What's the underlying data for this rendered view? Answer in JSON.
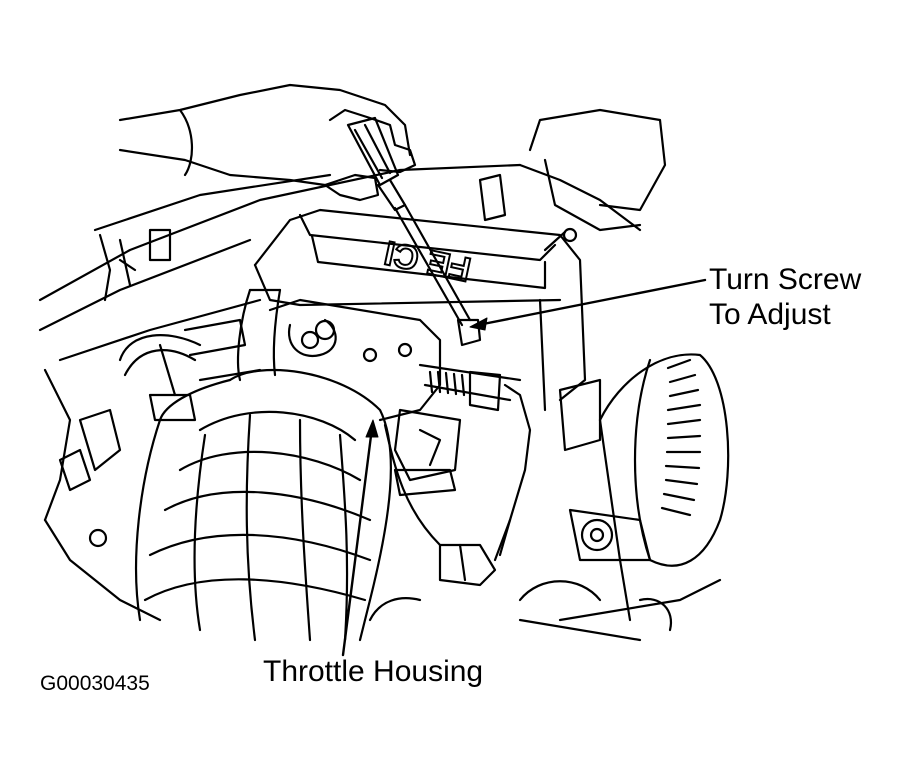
{
  "figure": {
    "id_code": "G00030435",
    "logo_text": "FE CI"
  },
  "callouts": {
    "turn_screw_line1": "Turn Screw",
    "turn_screw_line2": "To Adjust",
    "throttle_housing": "Throttle Housing"
  },
  "colors": {
    "ink": "#000000",
    "background": "#ffffff"
  }
}
